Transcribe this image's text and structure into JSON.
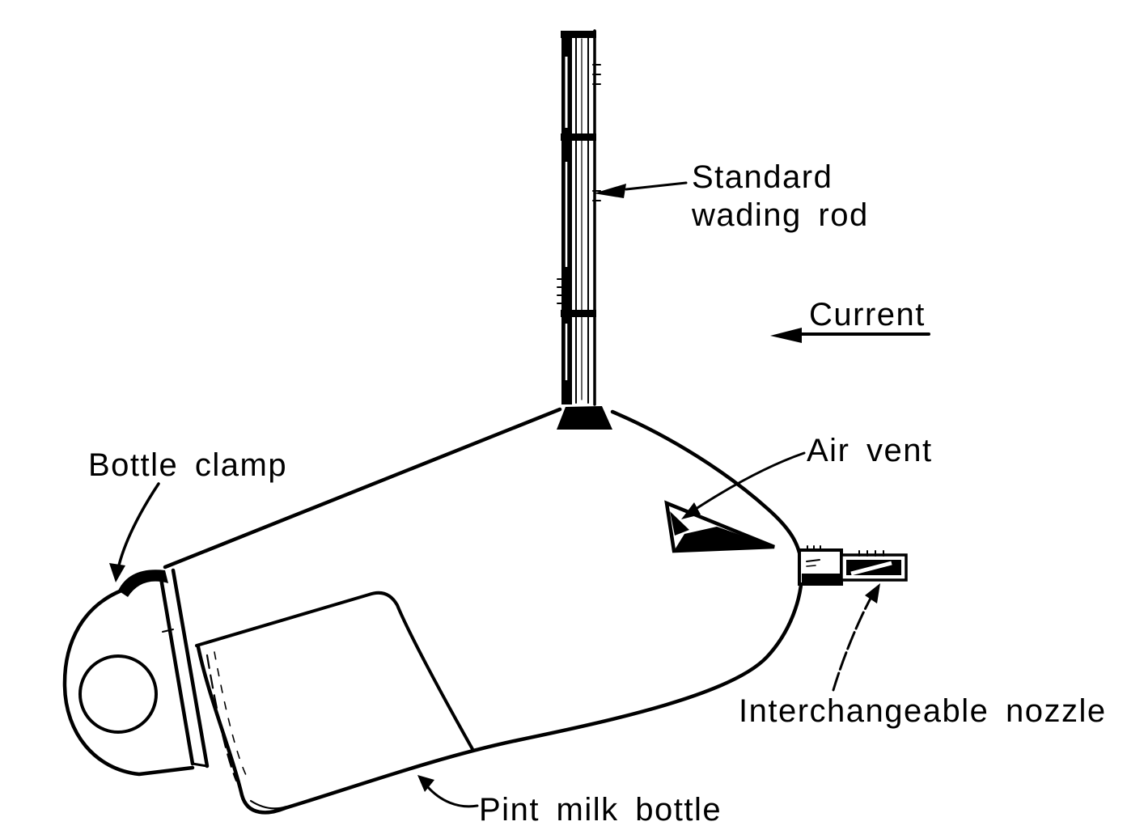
{
  "figure": {
    "background_color": "#ffffff",
    "line_color": "#000000",
    "labels": {
      "standard_wading_rod": {
        "line1": "Standard",
        "line2": "wading rod"
      },
      "current": "Current",
      "air_vent": "Air vent",
      "bottle_clamp": "Bottle clamp",
      "interchangeable_nozzle": "Interchangeable nozzle",
      "pint_milk_bottle": "Pint milk bottle"
    }
  }
}
